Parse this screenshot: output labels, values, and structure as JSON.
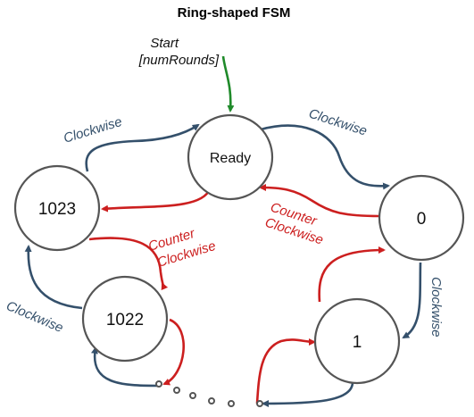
{
  "title": "Ring-shaped FSM",
  "start": {
    "line1": "Start",
    "line2": "[numRounds]"
  },
  "states": {
    "ready": "Ready",
    "s0": "0",
    "s1": "1",
    "s1022": "1022",
    "s1023": "1023"
  },
  "labels": {
    "clockwise": "Clockwise",
    "counter1": "Counter",
    "counter2": "Clockwise"
  },
  "colors": {
    "clockwise": "#34506b",
    "counter_clockwise": "#cc1f1f",
    "start": "#1f8a2a"
  }
}
